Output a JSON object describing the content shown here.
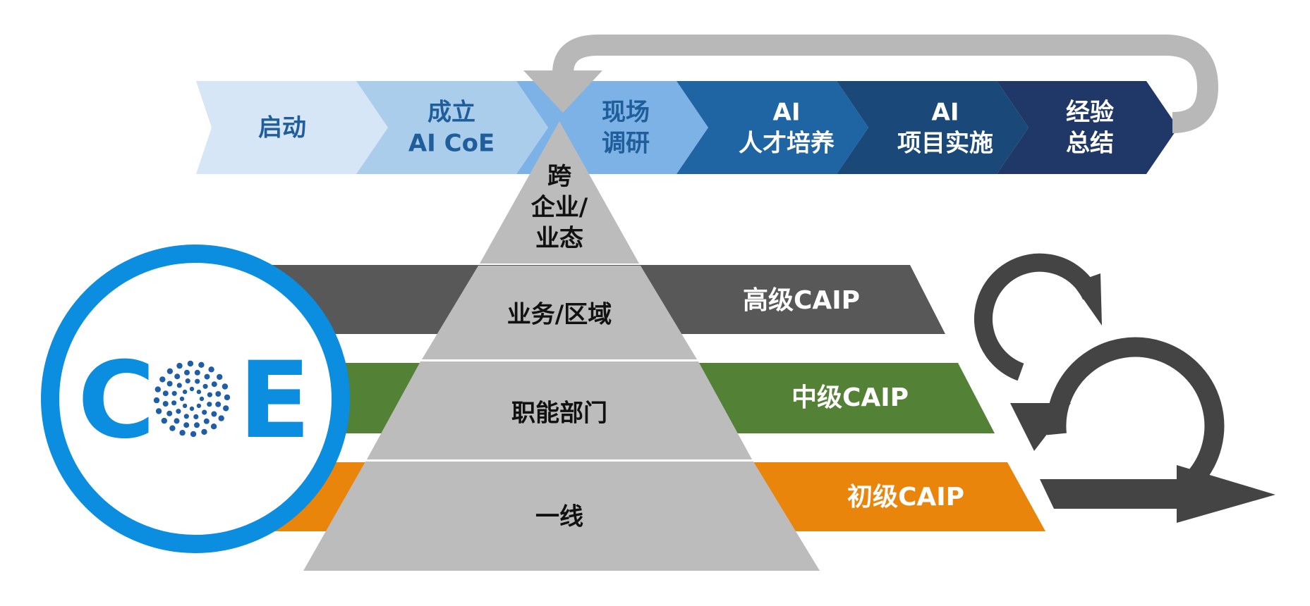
{
  "process": {
    "steps": [
      {
        "lines": [
          "启动"
        ],
        "fill": "#d6e6f6",
        "text_color": "#1f5e9a"
      },
      {
        "lines": [
          "成立",
          "AI CoE"
        ],
        "fill": "#abcdec",
        "text_color": "#1f5e9a"
      },
      {
        "lines": [
          "现场",
          "调研"
        ],
        "fill": "#7db2e6",
        "text_color": "#1f5e9a"
      },
      {
        "lines": [
          "AI",
          "人才培养"
        ],
        "fill": "#1f64a3",
        "text_color": "#ffffff"
      },
      {
        "lines": [
          "AI",
          "项目实施"
        ],
        "fill": "#1a4878",
        "text_color": "#ffffff"
      },
      {
        "lines": [
          "经验",
          "总结"
        ],
        "fill": "#1f3868",
        "text_color": "#ffffff"
      }
    ],
    "loop_arrow_color": "#b8b8b8"
  },
  "pyramid": {
    "fill": "#bcbcbc",
    "levels": [
      {
        "lines": [
          "跨",
          "企业/",
          "业态"
        ]
      },
      {
        "lines": [
          "业务/区域"
        ]
      },
      {
        "lines": [
          "职能部门"
        ]
      },
      {
        "lines": [
          "一线"
        ]
      }
    ]
  },
  "bands": [
    {
      "label": "高级CAIP",
      "color": "#585858"
    },
    {
      "label": "中级CAIP",
      "color": "#538135"
    },
    {
      "label": "初级CAIP",
      "color": "#e8850a"
    }
  ],
  "coe_logo": {
    "letters": [
      "C",
      "E"
    ],
    "ring_color": "#0b8de0",
    "letter_color": "#0b8de0",
    "dots_color": "#1f5ea6"
  },
  "cycle_icon": {
    "color": "#444444",
    "icon": "iteration-cycle-arrows-icon"
  }
}
